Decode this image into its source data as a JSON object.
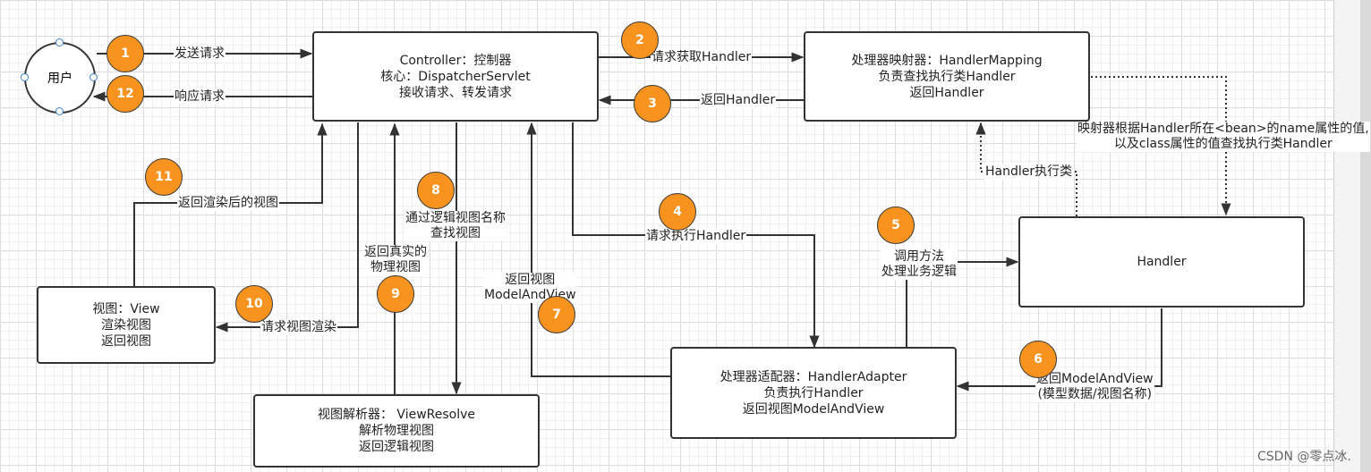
{
  "nodes": {
    "user": "用户",
    "controller": [
      "Controller：控制器",
      "核心：DispatcherServlet",
      "接收请求、转发请求"
    ],
    "mapping": [
      "处理器映射器：HandlerMapping",
      "负责查找执行类Handler",
      "返回Handler"
    ],
    "handler": [
      "Handler"
    ],
    "adapter": [
      "处理器适配器：HandlerAdapter",
      "负责执行Handler",
      "返回视图ModelAndView"
    ],
    "view": [
      "视图：View",
      "渲染视图",
      "返回视图"
    ],
    "resolver": [
      "视图解析器： ViewResolve",
      "解析物理视图",
      "返回逻辑视图"
    ]
  },
  "labels": {
    "send_request": "发送请求",
    "respond_request": "响应请求",
    "request_handler": "请求获取Handler",
    "return_handler": "返回Handler",
    "mapping_note": [
      "映射器根据Handler所在<bean>的name属性的值,",
      "以及class属性的值查找执行类Handler"
    ],
    "handler_exec_class": "Handler执行类",
    "request_exec_handler": "请求执行Handler",
    "call_method": [
      "调用方法",
      "处理业务逻辑"
    ],
    "return_mav": [
      "返回ModelAndView",
      "(模型数据/视图名称)"
    ],
    "return_view_mav": [
      "返回视图",
      "ModelAndView"
    ],
    "find_view": [
      "通过逻辑视图名称",
      "查找视图"
    ],
    "return_physical_view": [
      "返回真实的",
      "物理视图"
    ],
    "request_render": "请求视图渲染",
    "return_rendered_view": "返回渲染后的视图"
  },
  "badges": [
    "1",
    "2",
    "3",
    "4",
    "5",
    "6",
    "7",
    "8",
    "9",
    "10",
    "11",
    "12"
  ],
  "watermark": "CSDN @零点冰.",
  "colors": {
    "badge": "#f7931e",
    "stroke": "#333333",
    "grid": "#dcdcdc",
    "handle": "#3b7fd1"
  }
}
